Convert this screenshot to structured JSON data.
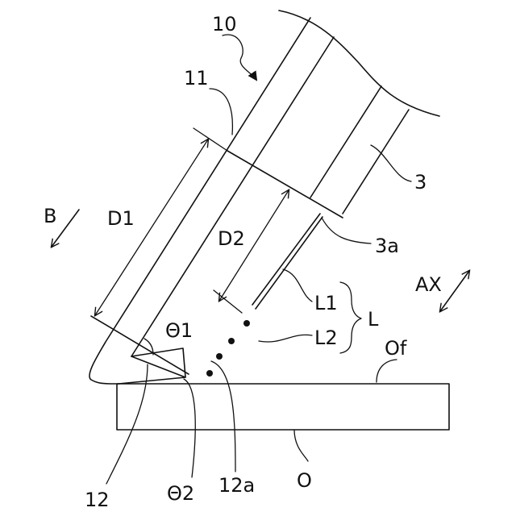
{
  "labels": {
    "device": "10",
    "outer_layer": "11",
    "component_3": "3",
    "component_3_edge": "3a",
    "tip": "12",
    "tip_edge": "12a",
    "direction_b": "B",
    "dimension_d1": "D1",
    "dimension_d2": "D2",
    "axis": "AX",
    "line_l1": "L1",
    "line_l2": "L2",
    "line_l": "L",
    "angle_1": "Θ1",
    "angle_2": "Θ2",
    "object_surface": "Of",
    "object": "O"
  }
}
